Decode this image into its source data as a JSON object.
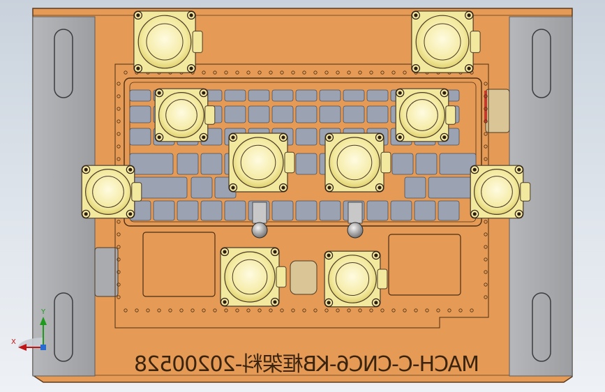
{
  "viewport": {
    "background_top": "#c9d2dc",
    "background_bottom": "#eef1f5"
  },
  "part": {
    "engraving_text": "MACH-C-CNC6-KB框架料-20200528",
    "engraving_mirrored": true,
    "colors": {
      "plate": "#e59a55",
      "edge": "#5a3a1e",
      "side_bar": "#a7a9ac",
      "key_cap": "#9ba3b2",
      "clamp_body": "#f3e99e",
      "clamp_bolt": "#2a1f14",
      "accent_red": "#c0392b"
    }
  },
  "triad": {
    "y_label": "Y",
    "x_label": "X",
    "icon": "xyz-triad-icon"
  }
}
